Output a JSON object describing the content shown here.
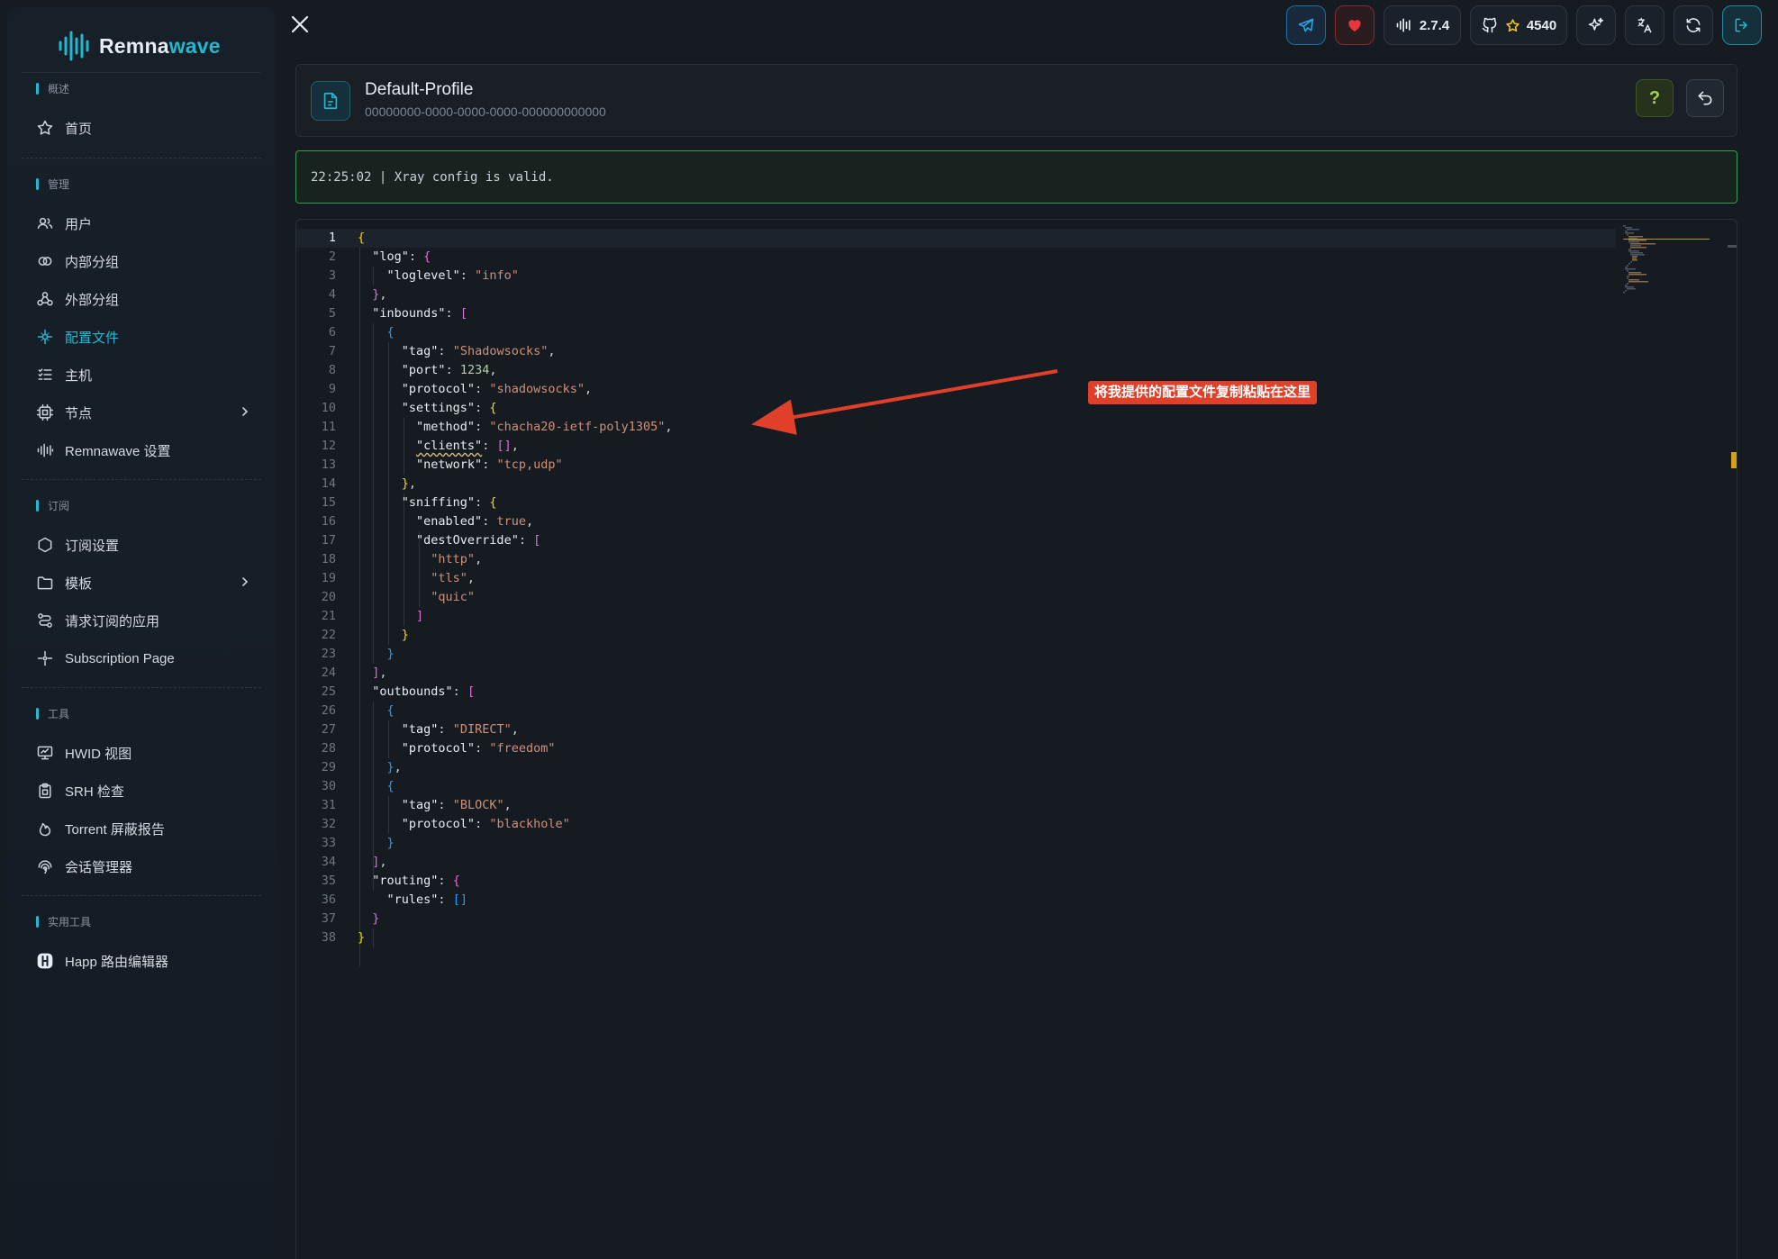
{
  "app": {
    "logo_prefix": "Remna",
    "logo_suffix": "wave"
  },
  "sidebar": {
    "sections": [
      {
        "label": "概述"
      },
      {
        "label": "管理"
      },
      {
        "label": "订阅"
      },
      {
        "label": "工具"
      },
      {
        "label": "实用工具"
      }
    ],
    "items": [
      {
        "label": "首页",
        "icon": "star-icon"
      },
      {
        "label": "用户",
        "icon": "users-icon"
      },
      {
        "label": "内部分组",
        "icon": "circles-icon"
      },
      {
        "label": "外部分组",
        "icon": "webhook-icon"
      },
      {
        "label": "配置文件",
        "icon": "config-icon",
        "active": true
      },
      {
        "label": "主机",
        "icon": "list-icon"
      },
      {
        "label": "节点",
        "icon": "cpu-icon"
      },
      {
        "label": "Remnawave 设置",
        "icon": "waveform-icon"
      },
      {
        "label": "订阅设置",
        "icon": "hexagon-icon"
      },
      {
        "label": "模板",
        "icon": "folder-icon"
      },
      {
        "label": "请求订阅的应用",
        "icon": "route-icon"
      },
      {
        "label": "Subscription Page",
        "icon": "sparkle-icon"
      },
      {
        "label": "HWID 视图",
        "icon": "monitor-icon"
      },
      {
        "label": "SRH 检查",
        "icon": "clipboard-icon"
      },
      {
        "label": "Torrent 屏蔽报告",
        "icon": "flame-icon"
      },
      {
        "label": "会话管理器",
        "icon": "fingerprint-icon"
      },
      {
        "label": "Happ 路由编辑器",
        "icon": "happ-icon"
      }
    ]
  },
  "topbar": {
    "version": "2.7.4",
    "github_stars": "4540",
    "colors": {
      "telegram": "#2aa3e0",
      "heart": "#e5383b",
      "star": "#f5c518",
      "logout": "#22b8cf"
    }
  },
  "profile": {
    "name": "Default-Profile",
    "uuid": "00000000-0000-0000-0000-000000000000"
  },
  "validation": {
    "message": "22:25:02 | Xray config is valid."
  },
  "annotation": {
    "text": "将我提供的配置文件复制粘贴在这里"
  },
  "editor": {
    "line_count": 38,
    "current_line": 1
  }
}
